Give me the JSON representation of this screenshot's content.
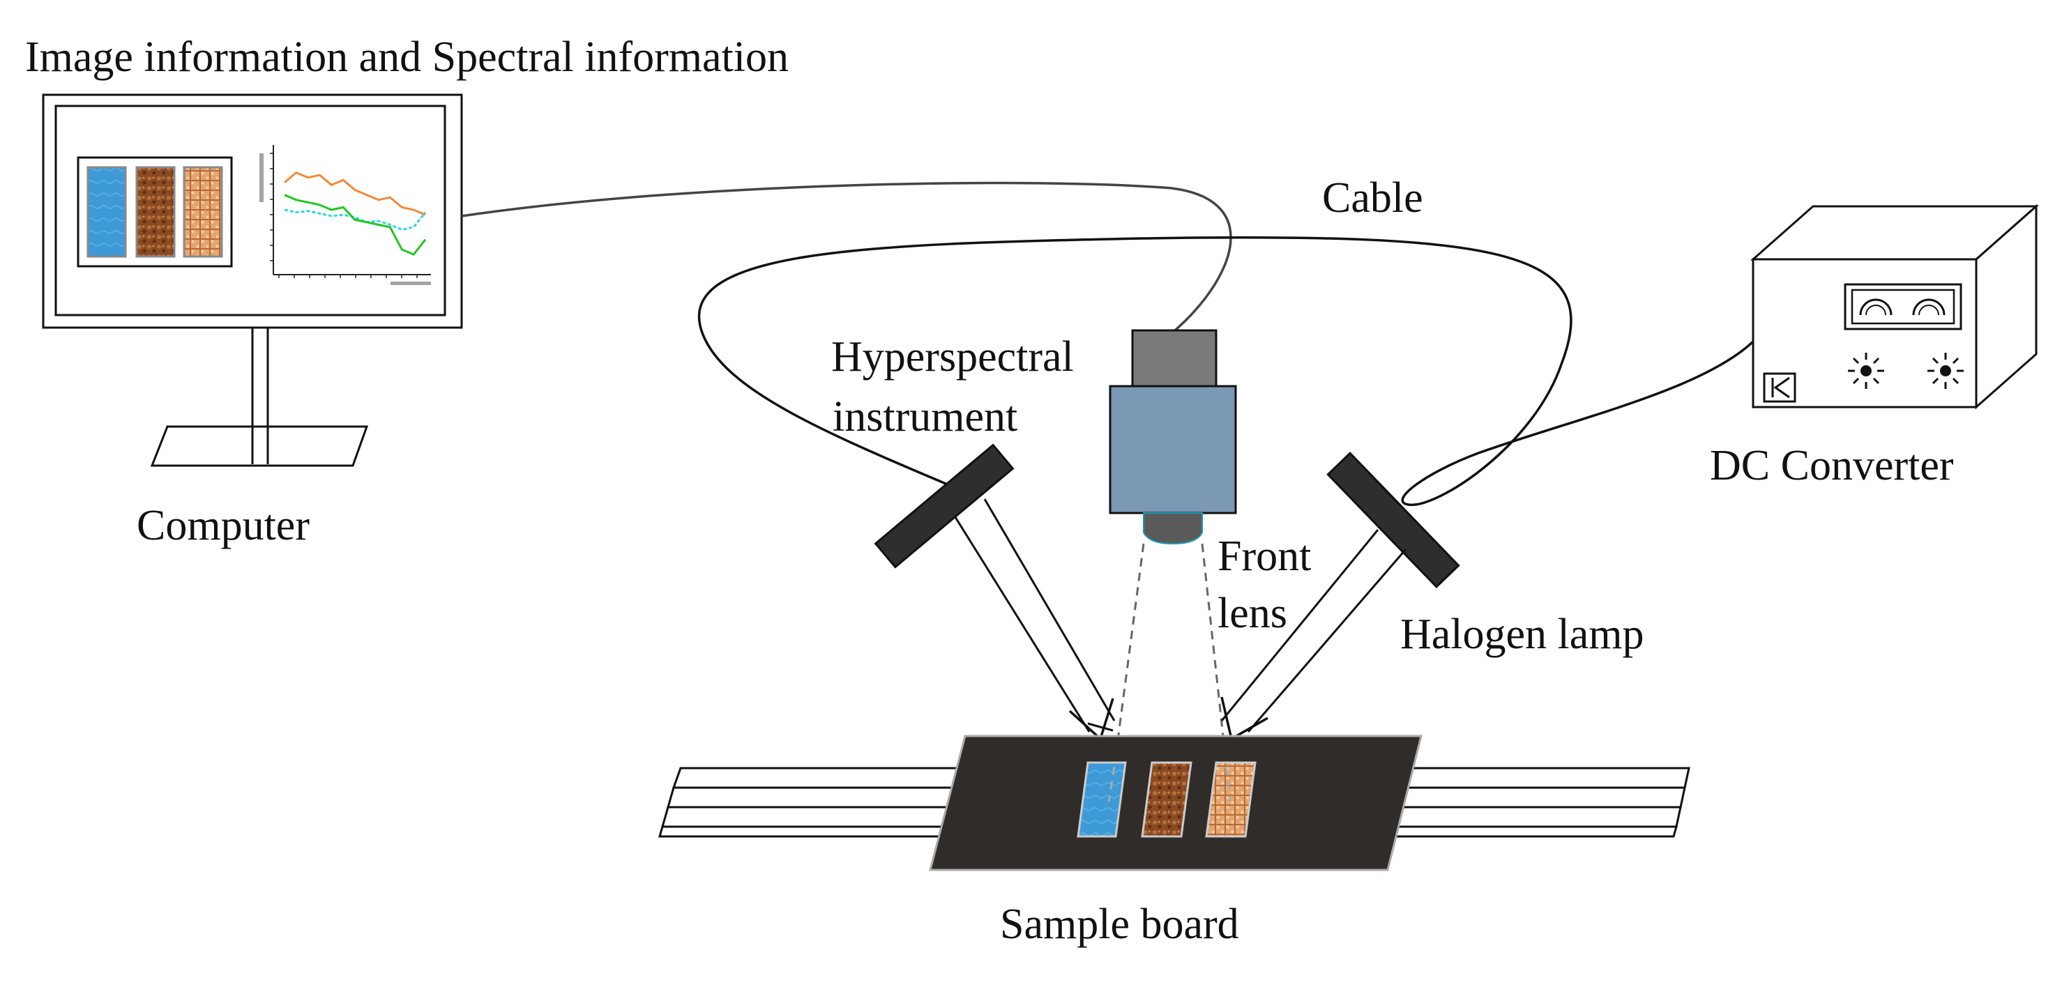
{
  "labels": {
    "top_title": "Image information and Spectral information",
    "computer": "Computer",
    "cable": "Cable",
    "hyperspectral_line1": "Hyperspectral",
    "hyperspectral_line2": "instrument",
    "front_lens_line1": "Front",
    "front_lens_line2": "lens",
    "halogen_lamp": "Halogen lamp",
    "dc_converter": "DC Converter",
    "sample_board": "Sample board"
  },
  "colors": {
    "camera_body": "#7b98b4",
    "camera_top": "#7a7a7a",
    "lens": "#5a5a5a",
    "lamp": "#2e2e2e",
    "board": "#2f2c2a",
    "sample_blue": "#3d9ad6",
    "sample_brown": "#8a4a22",
    "sample_tan": "#e0a070",
    "spectrum_orange": "#f08a3a",
    "spectrum_cyan": "#2fd6e0",
    "spectrum_green": "#22c522"
  },
  "spectra": [
    {
      "color_key": "spectrum_orange",
      "values": [
        0.72,
        0.8,
        0.76,
        0.78,
        0.7,
        0.74,
        0.66,
        0.62,
        0.58,
        0.6,
        0.52,
        0.5,
        0.46
      ]
    },
    {
      "color_key": "spectrum_cyan",
      "values": [
        0.5,
        0.48,
        0.49,
        0.47,
        0.45,
        0.46,
        0.44,
        0.4,
        0.41,
        0.38,
        0.34,
        0.36,
        0.48
      ]
    },
    {
      "color_key": "spectrum_green",
      "values": [
        0.62,
        0.58,
        0.56,
        0.54,
        0.5,
        0.52,
        0.42,
        0.4,
        0.38,
        0.36,
        0.18,
        0.14,
        0.26
      ]
    }
  ]
}
